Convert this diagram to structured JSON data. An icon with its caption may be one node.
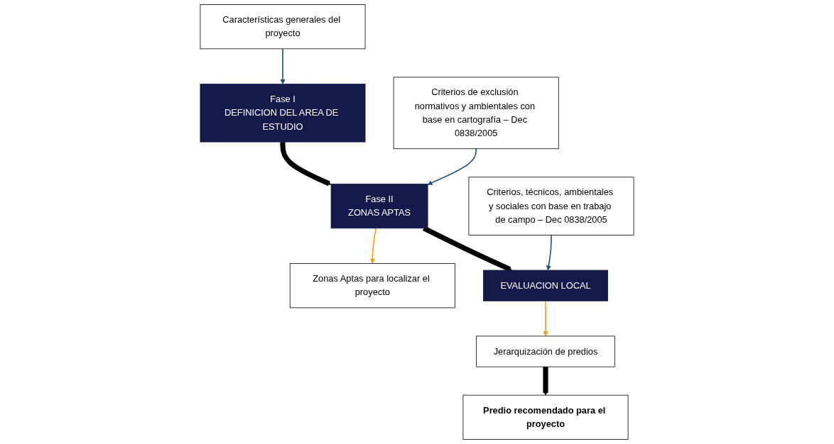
{
  "diagram": {
    "nodes": [
      {
        "text": [
          "Características generales del proyecto"
        ]
      },
      {
        "text": [
          "Fase I",
          "DEFINICION DEL AREA DE ESTUDIO"
        ]
      },
      {
        "text": [
          "Criterios de exclusión normativos y ambientales con base en cartografía – Dec 0838/2005"
        ]
      },
      {
        "text": [
          "Fase II",
          "ZONAS APTAS"
        ]
      },
      {
        "text": [
          "Zonas Aptas para localizar el proyecto"
        ]
      },
      {
        "text": [
          "Criterios, técnicos, ambientales y sociales con base en trabajo de campo – Dec 0838/2005"
        ]
      },
      {
        "text": [
          "EVALUACION LOCAL"
        ]
      },
      {
        "text": [
          "Jerarquización de predios"
        ]
      },
      {
        "text": [
          "Predio recomendado para el proyecto"
        ]
      }
    ],
    "edges": [
      {
        "from": 0,
        "to": 1,
        "arrow": "to",
        "color": "#1f4e79"
      },
      {
        "from": 1,
        "to": 3,
        "arrow": "to",
        "style": "thick",
        "color": "#000000"
      },
      {
        "from": 2,
        "to": 3,
        "arrow": "to",
        "color": "#1f4e79"
      },
      {
        "from": 3,
        "to": 4,
        "arrow": "to",
        "color": "#f39c12"
      },
      {
        "from": 3,
        "to": 6,
        "arrow": "to",
        "style": "thick",
        "color": "#000000"
      },
      {
        "from": 5,
        "to": 6,
        "arrow": "to",
        "color": "#1f4e79"
      },
      {
        "from": 6,
        "to": 7,
        "arrow": "to",
        "color": "#f39c12"
      },
      {
        "from": 7,
        "to": 8,
        "arrow": "to",
        "style": "thick",
        "color": "#000000"
      }
    ]
  }
}
